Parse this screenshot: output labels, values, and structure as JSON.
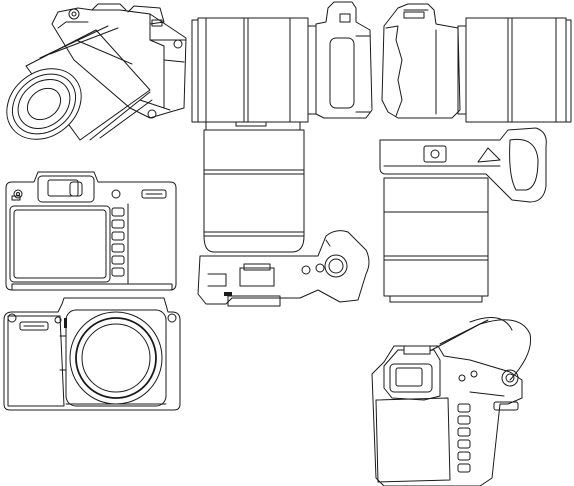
{
  "sheet": {
    "views": [
      {
        "id": "iso-front-left",
        "label": ""
      },
      {
        "id": "side-left-with-lens",
        "label": ""
      },
      {
        "id": "side-right-with-lens",
        "label": ""
      },
      {
        "id": "back",
        "label": ""
      },
      {
        "id": "top-lens-up",
        "label": ""
      },
      {
        "id": "bottom-lens-up",
        "label": ""
      },
      {
        "id": "front-no-lens",
        "label": ""
      },
      {
        "id": "iso-rear-right",
        "label": ""
      }
    ]
  },
  "colors": {
    "line": "#1a1a1a",
    "paper": "#ffffff"
  }
}
